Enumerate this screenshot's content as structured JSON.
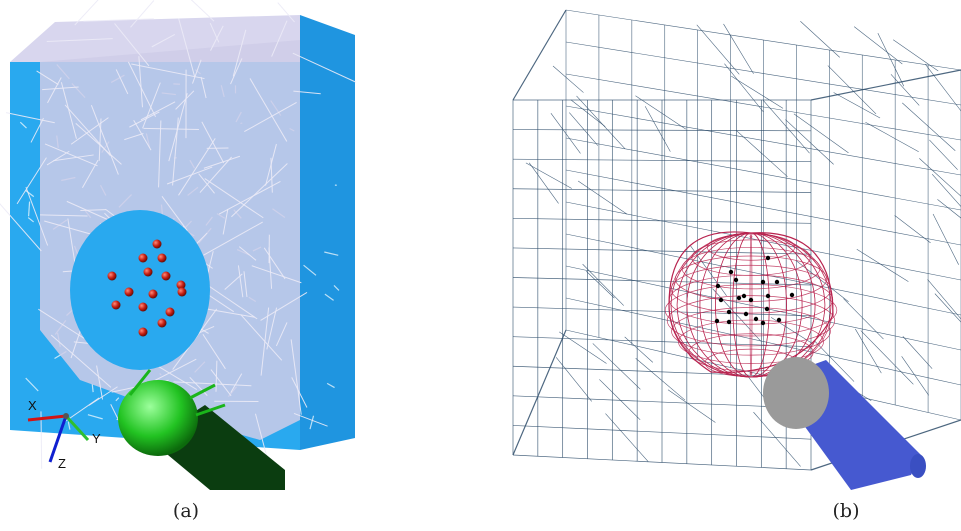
{
  "panels": [
    {
      "id": "a",
      "caption": "(a)"
    },
    {
      "id": "b",
      "caption": "(b)"
    }
  ],
  "axes": {
    "x": "X",
    "y": "Y",
    "z": "Z"
  },
  "colors": {
    "mesh_blue": "#29a9ef",
    "mesh_lavender": "#cfcde8",
    "electrode_red": "#b11a12",
    "wire_navy": "#2e4d6b",
    "inner_wire_red": "#b8234f",
    "green_sphere": "#2ed62e",
    "dark_green": "#0b3d10",
    "cylinder_blue": "#4659d0",
    "grey_cap": "#9a9a9a"
  }
}
